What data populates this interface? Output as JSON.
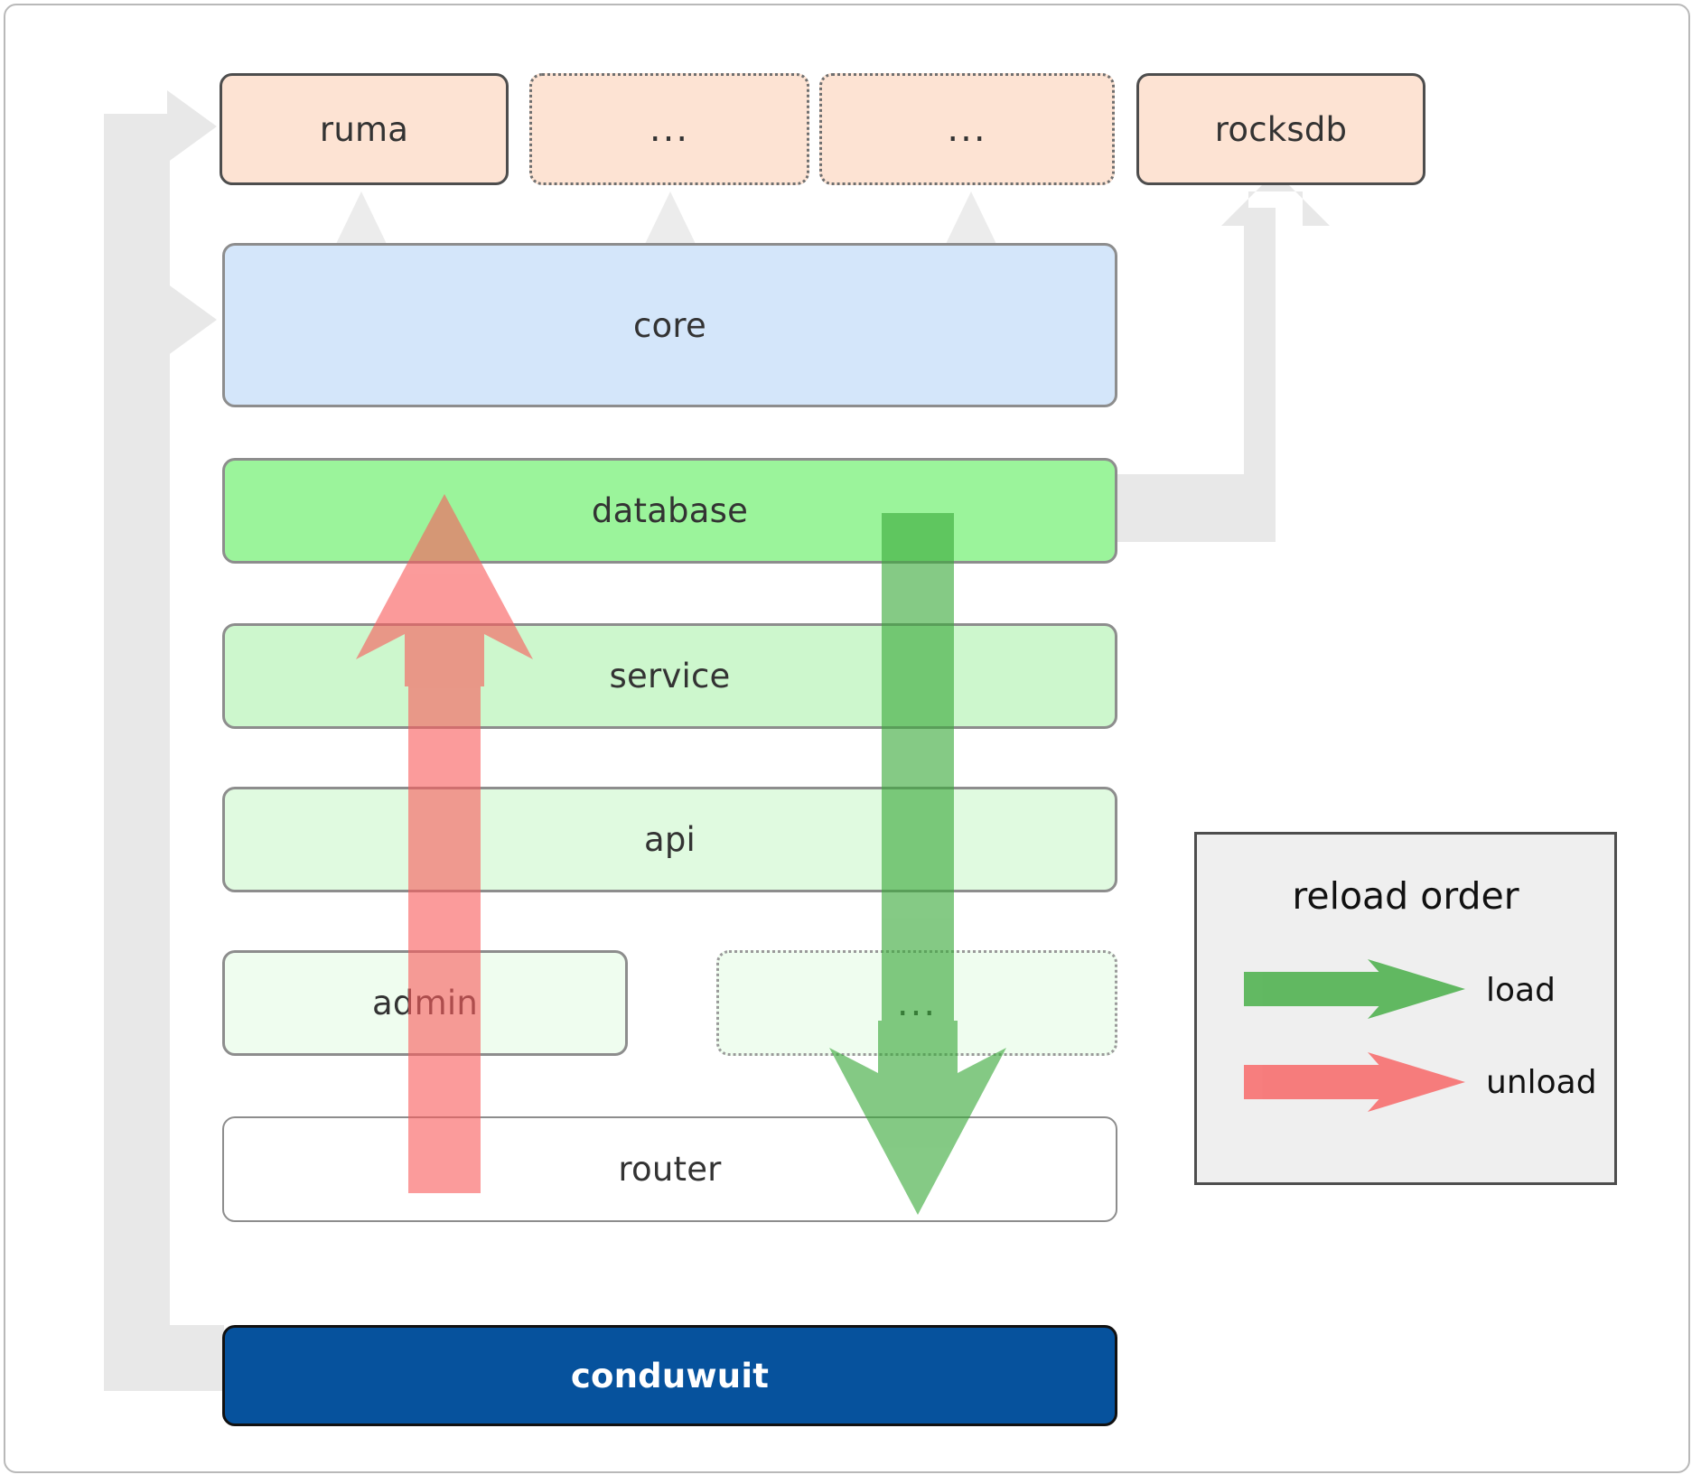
{
  "diagram": {
    "title": "conduwuit crate layering / reload order",
    "colors": {
      "peach": "#fde3d3",
      "blue": "#d4e6fa",
      "green_database": "#9bf49b",
      "green_service": "#cdf7cd",
      "green_api": "#e0fae0",
      "green_admin": "#effdef",
      "navy": "#06529d",
      "connector_gray": "#e8e8e8",
      "load_arrow": "#4caf50",
      "unload_arrow": "#f98080",
      "legend_bg": "#efefef",
      "border_dark": "#4d4d4d",
      "border_gray": "#8d8d8d"
    },
    "external_row": [
      {
        "label": "ruma",
        "style": "solid",
        "fill": "peach"
      },
      {
        "label": "...",
        "style": "dotted",
        "fill": "peach"
      },
      {
        "label": "...",
        "style": "dotted",
        "fill": "peach"
      },
      {
        "label": "rocksdb",
        "style": "solid",
        "fill": "peach"
      }
    ],
    "stack": [
      {
        "label": "core",
        "style": "gray",
        "fill": "blue"
      },
      {
        "label": "database",
        "style": "gray",
        "fill": "green1"
      },
      {
        "label": "service",
        "style": "gray",
        "fill": "green2"
      },
      {
        "label": "api",
        "style": "gray",
        "fill": "green3"
      },
      {
        "label": "admin",
        "style": "gray",
        "fill": "green4"
      },
      {
        "label": "...",
        "style": "dotted-light",
        "fill": "green4"
      },
      {
        "label": "router",
        "style": "thin",
        "fill": "white"
      }
    ],
    "binary": {
      "label": "conduwuit",
      "style": "solid",
      "fill": "navy"
    },
    "legend": {
      "title": "reload order",
      "load_label": "load",
      "unload_label": "unload"
    },
    "arrows": {
      "load_direction": "down",
      "unload_direction": "up"
    }
  }
}
